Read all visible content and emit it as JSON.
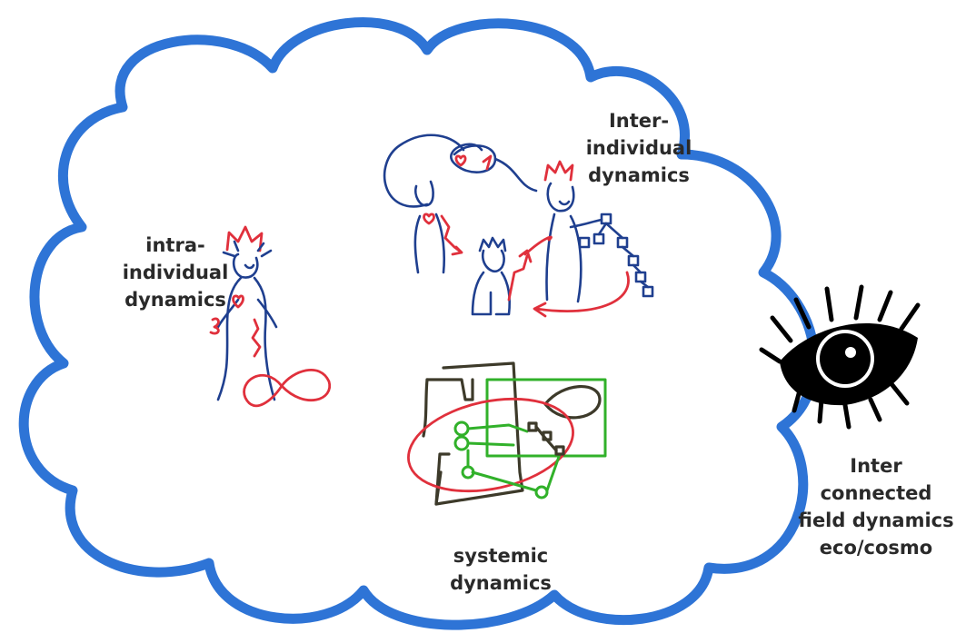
{
  "labels": {
    "intra": [
      "intra-",
      "individual",
      "dynamics"
    ],
    "inter_individual": [
      "Inter-",
      "individual",
      "dynamics"
    ],
    "systemic": [
      "systemic",
      "dynamics"
    ],
    "field": [
      "Inter",
      "connected",
      "field dynamics",
      "eco/cosmo"
    ]
  },
  "colors": {
    "cloud": "#2e74d6",
    "figure_blue": "#1f3f8f",
    "accent_red": "#e0303c",
    "accent_green": "#31b12a",
    "box_olive": "#3d3a2a",
    "eye": "#000000"
  }
}
